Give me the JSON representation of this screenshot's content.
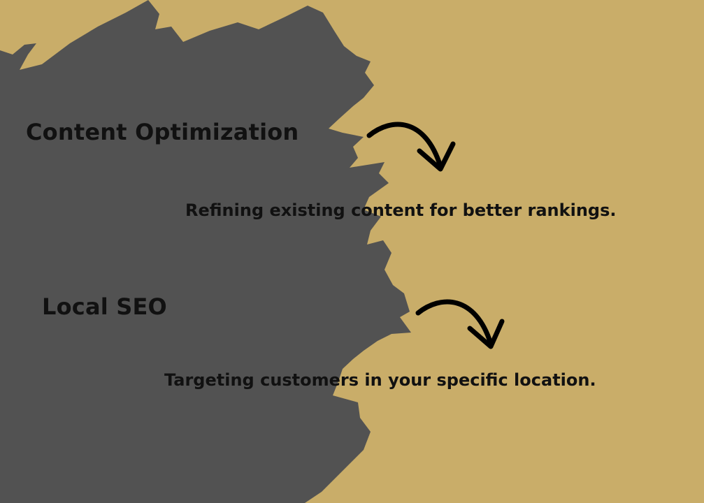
{
  "colors": {
    "background": "#c9ad69",
    "brush": "#525252",
    "text": "#111111"
  },
  "sections": [
    {
      "heading": "Content Optimization",
      "description": "Refining existing content for better rankings.",
      "arrow_icon": "curved-arrow-down-icon"
    },
    {
      "heading": "Local SEO",
      "description": "Targeting customers in your specific location.",
      "arrow_icon": "curved-arrow-down-icon"
    }
  ]
}
